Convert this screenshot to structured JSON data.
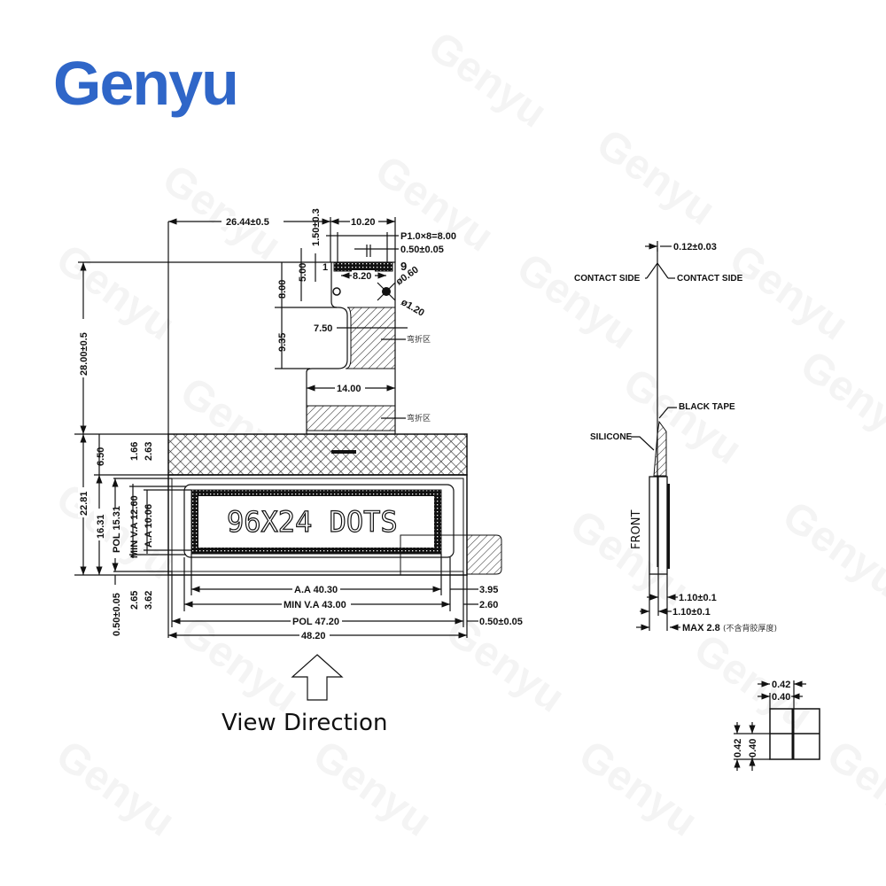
{
  "logo": {
    "text": "Genyu",
    "color": "#2f66c8"
  },
  "watermark": {
    "text": "Genyu"
  },
  "front_view": {
    "lcd_text": "96X24 DOTS",
    "fpc": {
      "top_dims": {
        "width_offset": "26.44±0.5",
        "fpc_width": "10.20",
        "pitch": "P1.0×8=8.00",
        "pin_width": "0.50±0.05",
        "pin_height": "1.50±0.3",
        "pin_count": "9",
        "pin_one": "1"
      },
      "inner_dims": {
        "hole_distance": "8.20",
        "hole_small": "ø0.60",
        "hole_large": "ø1.20",
        "h_5": "5.00",
        "h_8": "8.00",
        "h_935": "9.35",
        "w_750": "7.50",
        "w_1400": "14.00"
      },
      "bend_label": "弯折区"
    },
    "left_dims": {
      "overall_height": "28.00±0.5",
      "h_650": "6.50",
      "h_2281": "22.81",
      "h_1631": "16.31",
      "pol": "POL 15.31",
      "min_va": "MIN V.A 12.60",
      "aa": "A.A 10.06",
      "t_166": "1.66",
      "t_263": "2.63",
      "b_pol": "0.50±0.05",
      "b_va": "2.65",
      "b_aa": "3.62"
    },
    "bottom_dims": {
      "aa": "A.A 40.30",
      "min_va": "MIN V.A 43.00",
      "pol": "POL 47.20",
      "overall": "48.20",
      "r_aa": "3.95",
      "r_va": "2.60",
      "r_pol": "0.50±0.05"
    }
  },
  "view_direction": {
    "label": "View Direction"
  },
  "side_view": {
    "fpc_thickness": "0.12±0.03",
    "contact_left": "CONTACT SIDE",
    "contact_right": "CONTACT SIDE",
    "black_tape": "BLACK TAPE",
    "silicone": "SILICONE",
    "front": "FRONT",
    "glass1": "1.10±0.1",
    "glass2": "1.10±0.1",
    "max_thickness": "MAX 2.8",
    "max_note": "(不含背胶厚度)"
  },
  "dot_detail": {
    "pitch_h": "0.42",
    "size_h": "0.40",
    "pitch_v": "0.42",
    "size_v": "0.40"
  }
}
